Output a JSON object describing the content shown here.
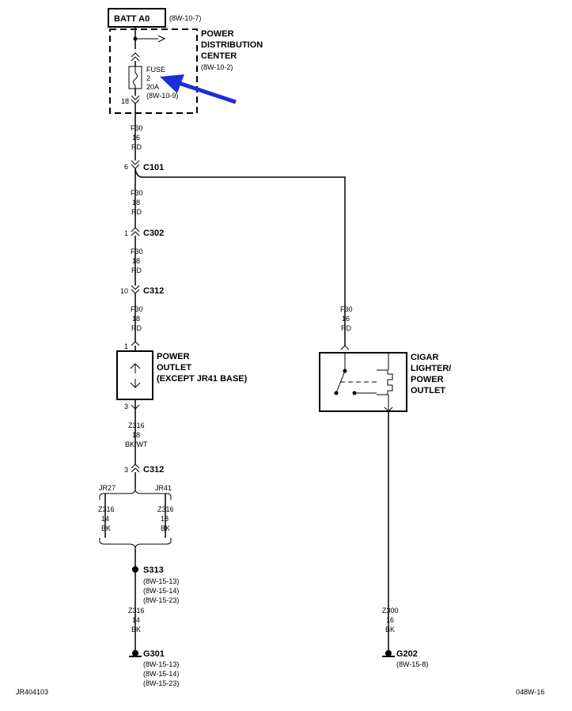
{
  "batt": {
    "label": "BATT A0",
    "ref": "(8W-10-7)"
  },
  "pdc": {
    "title": [
      "POWER",
      "DISTRIBUTION",
      "CENTER"
    ],
    "ref": "(8W-10-2)",
    "fuse": [
      "FUSE",
      "2",
      "20A",
      "(8W-10-9)"
    ],
    "pin": "18"
  },
  "wires": {
    "w1": [
      "F30",
      "16",
      "RD"
    ],
    "w2": [
      "F30",
      "18",
      "RD"
    ],
    "w3": [
      "F30",
      "18",
      "RD"
    ],
    "w4": [
      "F30",
      "18",
      "RD"
    ],
    "w5": [
      "F30",
      "16",
      "RD"
    ],
    "w6": [
      "Z316",
      "18",
      "BK/WT"
    ],
    "w7": [
      "Z316",
      "14",
      "BK"
    ],
    "w8": [
      "Z316",
      "18",
      "BK"
    ],
    "w9": [
      "Z316",
      "14",
      "BK"
    ],
    "w10": [
      "Z300",
      "16",
      "BK"
    ]
  },
  "connectors": {
    "c101": {
      "name": "C101",
      "pin": "6"
    },
    "c302": {
      "name": "C302",
      "pin": "1"
    },
    "c312a": {
      "name": "C312",
      "pin": "10"
    },
    "c312b": {
      "name": "C312",
      "pin": "3"
    }
  },
  "power_outlet": {
    "title": [
      "POWER",
      "OUTLET",
      "(EXCEPT JR41 BASE)"
    ],
    "pin_top": "1",
    "pin_bottom": "3"
  },
  "cigar": {
    "title": [
      "CIGAR",
      "LIGHTER/",
      "POWER",
      "OUTLET"
    ]
  },
  "options": {
    "left": "JR27",
    "right": "JR41"
  },
  "splice": {
    "name": "S313",
    "refs": [
      "(8W-15-13)",
      "(8W-15-14)",
      "(8W-15-23)"
    ]
  },
  "ground1": {
    "name": "G301",
    "refs": [
      "(8W-15-13)",
      "(8W-15-14)",
      "(8W-15-23)"
    ]
  },
  "ground2": {
    "name": "G202",
    "ref": "(8W-15-8)"
  },
  "footer": {
    "left": "JR404103",
    "right": "048W-16"
  },
  "colors": {
    "arrow": "#1a2fd6",
    "ink": "#000000"
  }
}
